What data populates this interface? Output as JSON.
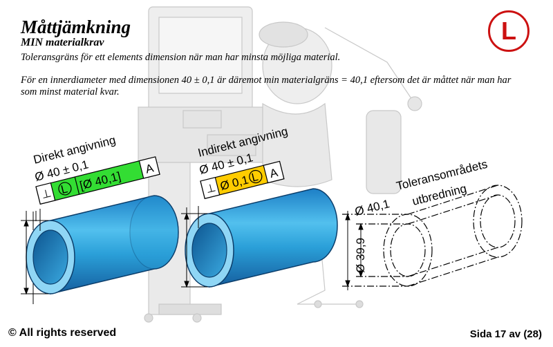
{
  "header": {
    "title": "Måttjämkning",
    "subtitle": "MIN materialkrav",
    "description": "Toleransgräns för ett elements dimension när man har minsta möjliga material.",
    "paragraph": "För en innerdiameter med dimensionen 40 ± 0,1 är däremot min materialgräns = 40,1 eftersom det är måttet när man har som minst material kvar."
  },
  "badge": {
    "letter": "L",
    "color": "#cc1111"
  },
  "left_callout": {
    "heading": "Direkt angivning",
    "dimension": "Ø 40 ± 0,1",
    "frame": {
      "symbol": "⊥",
      "modifier": "L",
      "value": "[Ø 40,1]",
      "datum": "A"
    },
    "highlight_color": "#33dd33"
  },
  "middle_callout": {
    "heading": "Indirekt angivning",
    "dimension": "Ø 40 ± 0,1",
    "frame": {
      "symbol": "⊥",
      "value": "Ø 0,1",
      "modifier": "L",
      "datum": "A"
    },
    "highlight_color": "#ffcc00"
  },
  "right_callout": {
    "heading_line1": "Toleransområdets",
    "heading_line2": "utbredning",
    "outer_dim": "Ø 40,1",
    "inner_dim": "Ø 39,9"
  },
  "colors": {
    "cylinder": "#2a9fd8",
    "cylinder_dark": "#1565a8",
    "cylinder_light": "#8fd6f5"
  },
  "footer": {
    "copyright": "© All rights reserved",
    "page": "Sida 17 av (28)"
  }
}
